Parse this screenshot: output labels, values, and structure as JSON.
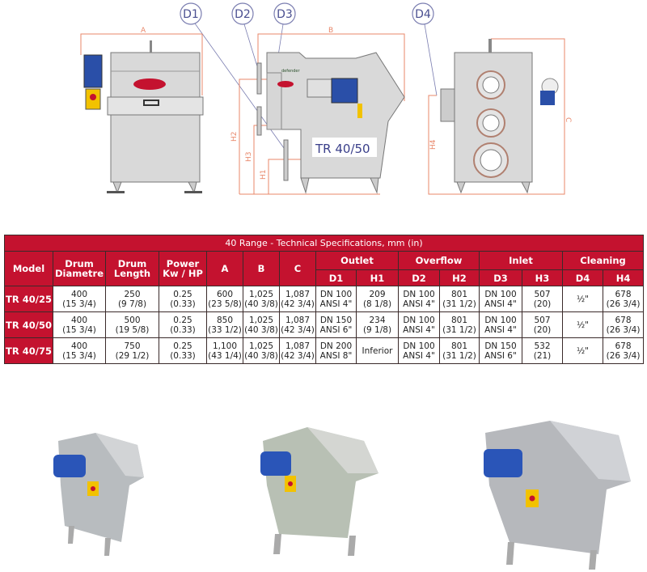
{
  "drawing": {
    "callouts": [
      "D1",
      "D2",
      "D3",
      "D4"
    ],
    "dimensions": {
      "a": "A",
      "b": "B",
      "c": "C",
      "h1": "H1",
      "h2": "H2",
      "h3": "H3",
      "h4": "H4"
    },
    "model_label": "TR 40/50",
    "brand_mark": "defender"
  },
  "table": {
    "title": "40 Range - Technical Specifications, mm (in)",
    "headers": {
      "model": "Model",
      "drum_diametre": "Drum Diametre",
      "drum_length": "Drum Length",
      "power": "Power Kw / HP",
      "a": "A",
      "b": "B",
      "c": "C",
      "outlet": "Outlet",
      "overflow": "Overflow",
      "inlet": "Inlet",
      "cleaning": "Cleaning",
      "d1": "D1",
      "h1": "H1",
      "d2": "D2",
      "h2": "H2",
      "d3": "D3",
      "h3": "H3",
      "d4": "D4",
      "h4": "H4"
    },
    "rows": [
      {
        "model": "TR 40/25",
        "cells": [
          [
            "400",
            "(15 3/4)"
          ],
          [
            "250",
            "(9 7/8)"
          ],
          [
            "0.25",
            "(0.33)"
          ],
          [
            "600",
            "(23 5/8)"
          ],
          [
            "1,025",
            "(40 3/8)"
          ],
          [
            "1,087",
            "(42 3/4)"
          ],
          [
            "DN 100",
            "ANSI 4\""
          ],
          [
            "209",
            "(8 1/8)"
          ],
          [
            "DN 100",
            "ANSI 4\""
          ],
          [
            "801",
            "(31 1/2)"
          ],
          [
            "DN 100",
            "ANSI 4\""
          ],
          [
            "507",
            "(20)"
          ],
          [
            "½\"",
            ""
          ],
          [
            "678",
            "(26 3/4)"
          ]
        ]
      },
      {
        "model": "TR 40/50",
        "cells": [
          [
            "400",
            "(15 3/4)"
          ],
          [
            "500",
            "(19 5/8)"
          ],
          [
            "0.25",
            "(0.33)"
          ],
          [
            "850",
            "(33 1/2)"
          ],
          [
            "1,025",
            "(40 3/8)"
          ],
          [
            "1,087",
            "(42 3/4)"
          ],
          [
            "DN 150",
            "ANSI 6\""
          ],
          [
            "234",
            "(9 1/8)"
          ],
          [
            "DN 100",
            "ANSI 4\""
          ],
          [
            "801",
            "(31 1/2)"
          ],
          [
            "DN 100",
            "ANSI 4\""
          ],
          [
            "507",
            "(20)"
          ],
          [
            "½\"",
            ""
          ],
          [
            "678",
            "(26 3/4)"
          ]
        ]
      },
      {
        "model": "TR 40/75",
        "cells": [
          [
            "400",
            "(15 3/4)"
          ],
          [
            "750",
            "(29 1/2)"
          ],
          [
            "0.25",
            "(0.33)"
          ],
          [
            "1,100",
            "(43 1/4)"
          ],
          [
            "1,025",
            "(40 3/8)"
          ],
          [
            "1,087",
            "(42 3/4)"
          ],
          [
            "DN 200",
            "ANSI 8\""
          ],
          [
            "Inferior",
            ""
          ],
          [
            "DN 100",
            "ANSI 4\""
          ],
          [
            "801",
            "(31 1/2)"
          ],
          [
            "DN 150",
            "ANSI 6\""
          ],
          [
            "532",
            "(21)"
          ],
          [
            "½\"",
            ""
          ],
          [
            "678",
            "(26 3/4)"
          ]
        ]
      }
    ]
  },
  "colors": {
    "header_red": "#c4122f",
    "dimension_line": "#e8876a",
    "callout_circle": "#6b6fa8",
    "motor_blue": "#2a4fa8"
  }
}
